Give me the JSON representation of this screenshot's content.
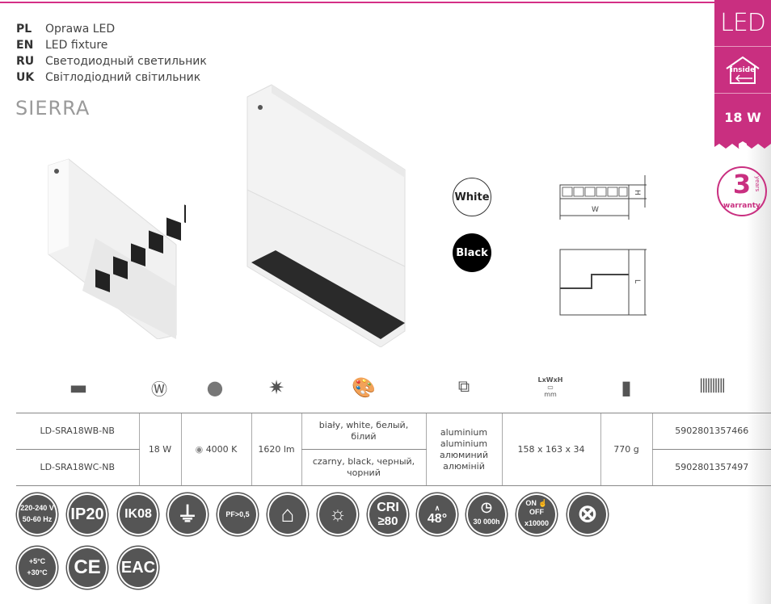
{
  "header": {
    "names": [
      {
        "code": "PL",
        "text": "Oprawa LED"
      },
      {
        "code": "EN",
        "text": "LED fixture"
      },
      {
        "code": "RU",
        "text": "Светодиодный светильник"
      },
      {
        "code": "UK",
        "text": "Світлодіодний світильник"
      }
    ],
    "model": "SIERRA"
  },
  "ribbon": {
    "led": "LED",
    "inside": "inside",
    "power": "18 W"
  },
  "warranty": {
    "number": "3",
    "years": "years",
    "label": "warranty"
  },
  "colors": {
    "white": "White",
    "black": "Black",
    "accent": "#c92f80"
  },
  "drawing": {
    "w": "W",
    "h": "H",
    "l": "L"
  },
  "spec_icons": {
    "dimensions": "LxWxH",
    "mm": "mm"
  },
  "table": {
    "rows": [
      {
        "code": "LD-SRA18WB-NB",
        "color": "biały, white, белый, білий",
        "ean": "5902801357466"
      },
      {
        "code": "LD-SRA18WC-NB",
        "color": "czarny, black, черный, чорний",
        "ean": "5902801357497"
      }
    ],
    "power": "18 W",
    "cct": "4000 K",
    "flux": "1620 lm",
    "material": "aluminium aluminium алюминий алюміній",
    "dimensions": "158 x 163 x 34",
    "weight": "770 g"
  },
  "badges": [
    {
      "name": "voltage",
      "l1": "220-240 V",
      "l2": "50-60 Hz"
    },
    {
      "name": "ip",
      "l1": "IP20",
      "l2": ""
    },
    {
      "name": "ik",
      "l1": "",
      "l2": "IK08"
    },
    {
      "name": "ground",
      "l1": "⏚",
      "l2": ""
    },
    {
      "name": "pf",
      "l1": "PF>0,5",
      "l2": ""
    },
    {
      "name": "indoor",
      "l1": "⌂",
      "l2": ""
    },
    {
      "name": "mounting",
      "l1": "☼",
      "l2": ""
    },
    {
      "name": "cri",
      "l1": "CRI",
      "l2": "≥80"
    },
    {
      "name": "beam-angle",
      "l1": "∧",
      "l2": "48°"
    },
    {
      "name": "lifetime",
      "l1": "◷",
      "l2": "30 000h"
    },
    {
      "name": "switching",
      "l1": "ON ☝ OFF",
      "l2": "x10000"
    },
    {
      "name": "no-dimming",
      "l1": "⊗",
      "l2": ""
    },
    {
      "name": "temperature",
      "l1": "+5°C",
      "l2": "+30°C"
    },
    {
      "name": "ce",
      "l1": "CE",
      "l2": ""
    },
    {
      "name": "eac",
      "l1": "EAC",
      "l2": ""
    }
  ]
}
